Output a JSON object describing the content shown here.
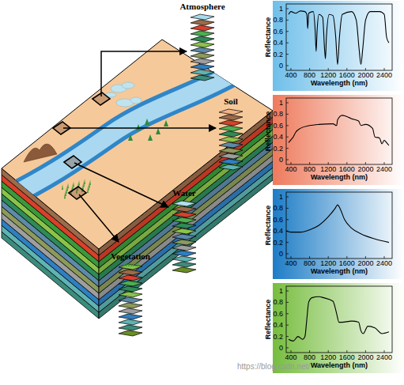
{
  "diagram": {
    "nodes": [
      {
        "text": [
          "Atmosphere"
        ]
      },
      {
        "text": [
          "Soil"
        ]
      },
      {
        "text": [
          "Water"
        ]
      },
      {
        "text": [
          "Vegetation"
        ]
      }
    ],
    "labels": [
      "Reflectance",
      "0",
      "0.2",
      "0.4",
      "0.6",
      "0.8",
      "1",
      "400",
      "800",
      "1200",
      "1600",
      "2000",
      "2400",
      "Wavelength (nm)",
      "Reflectance",
      "0",
      "0.2",
      "0.4",
      "0.6",
      "0.8",
      "1",
      "400",
      "800",
      "1200",
      "1600",
      "2000",
      "2400",
      "Wavelength (nm)",
      "Reflectance",
      "0",
      "0.2",
      "0.4",
      "0.6",
      "0.8",
      "1",
      "400",
      "800",
      "1200",
      "1600",
      "2000",
      "2400",
      "Wavelength (nm)",
      "Reflectance",
      "0",
      "0.2",
      "0.4",
      "0.6",
      "0.8",
      "1",
      "400",
      "800",
      "1200",
      "1600",
      "2000",
      "2400",
      "Wavelength (nm)",
      "https://blog.csdn.net/"
    ]
  }
}
